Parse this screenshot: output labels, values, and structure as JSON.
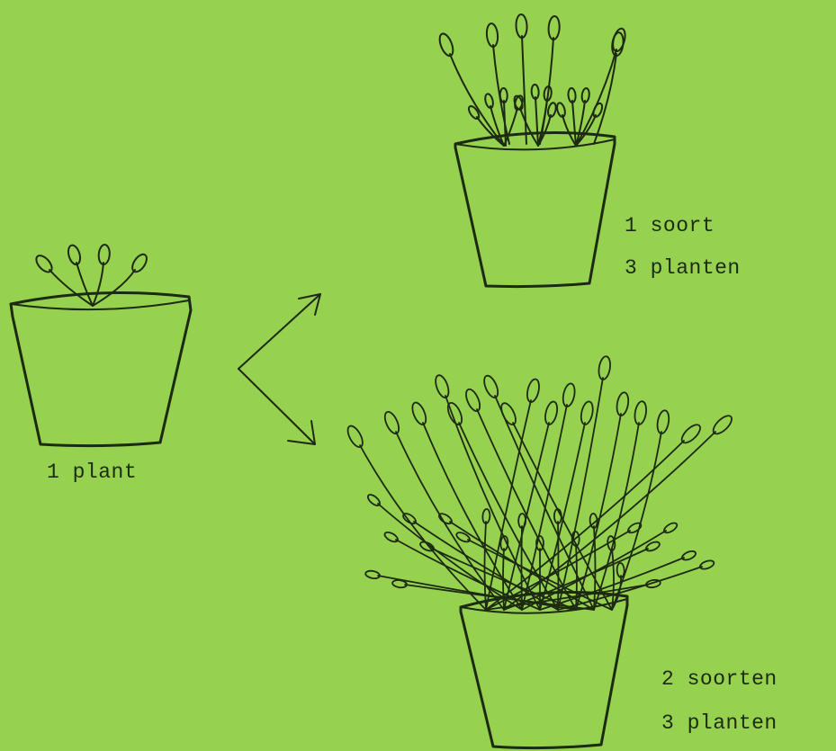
{
  "colors": {
    "background": "#96d14f",
    "ink": "#1d2a12"
  },
  "labels": {
    "single_pot": "1 plant",
    "top_pot_line1": "1 soort",
    "top_pot_line2": "3 planten",
    "bottom_pot_line1": "2 soorten",
    "bottom_pot_line2": "3 planten"
  }
}
